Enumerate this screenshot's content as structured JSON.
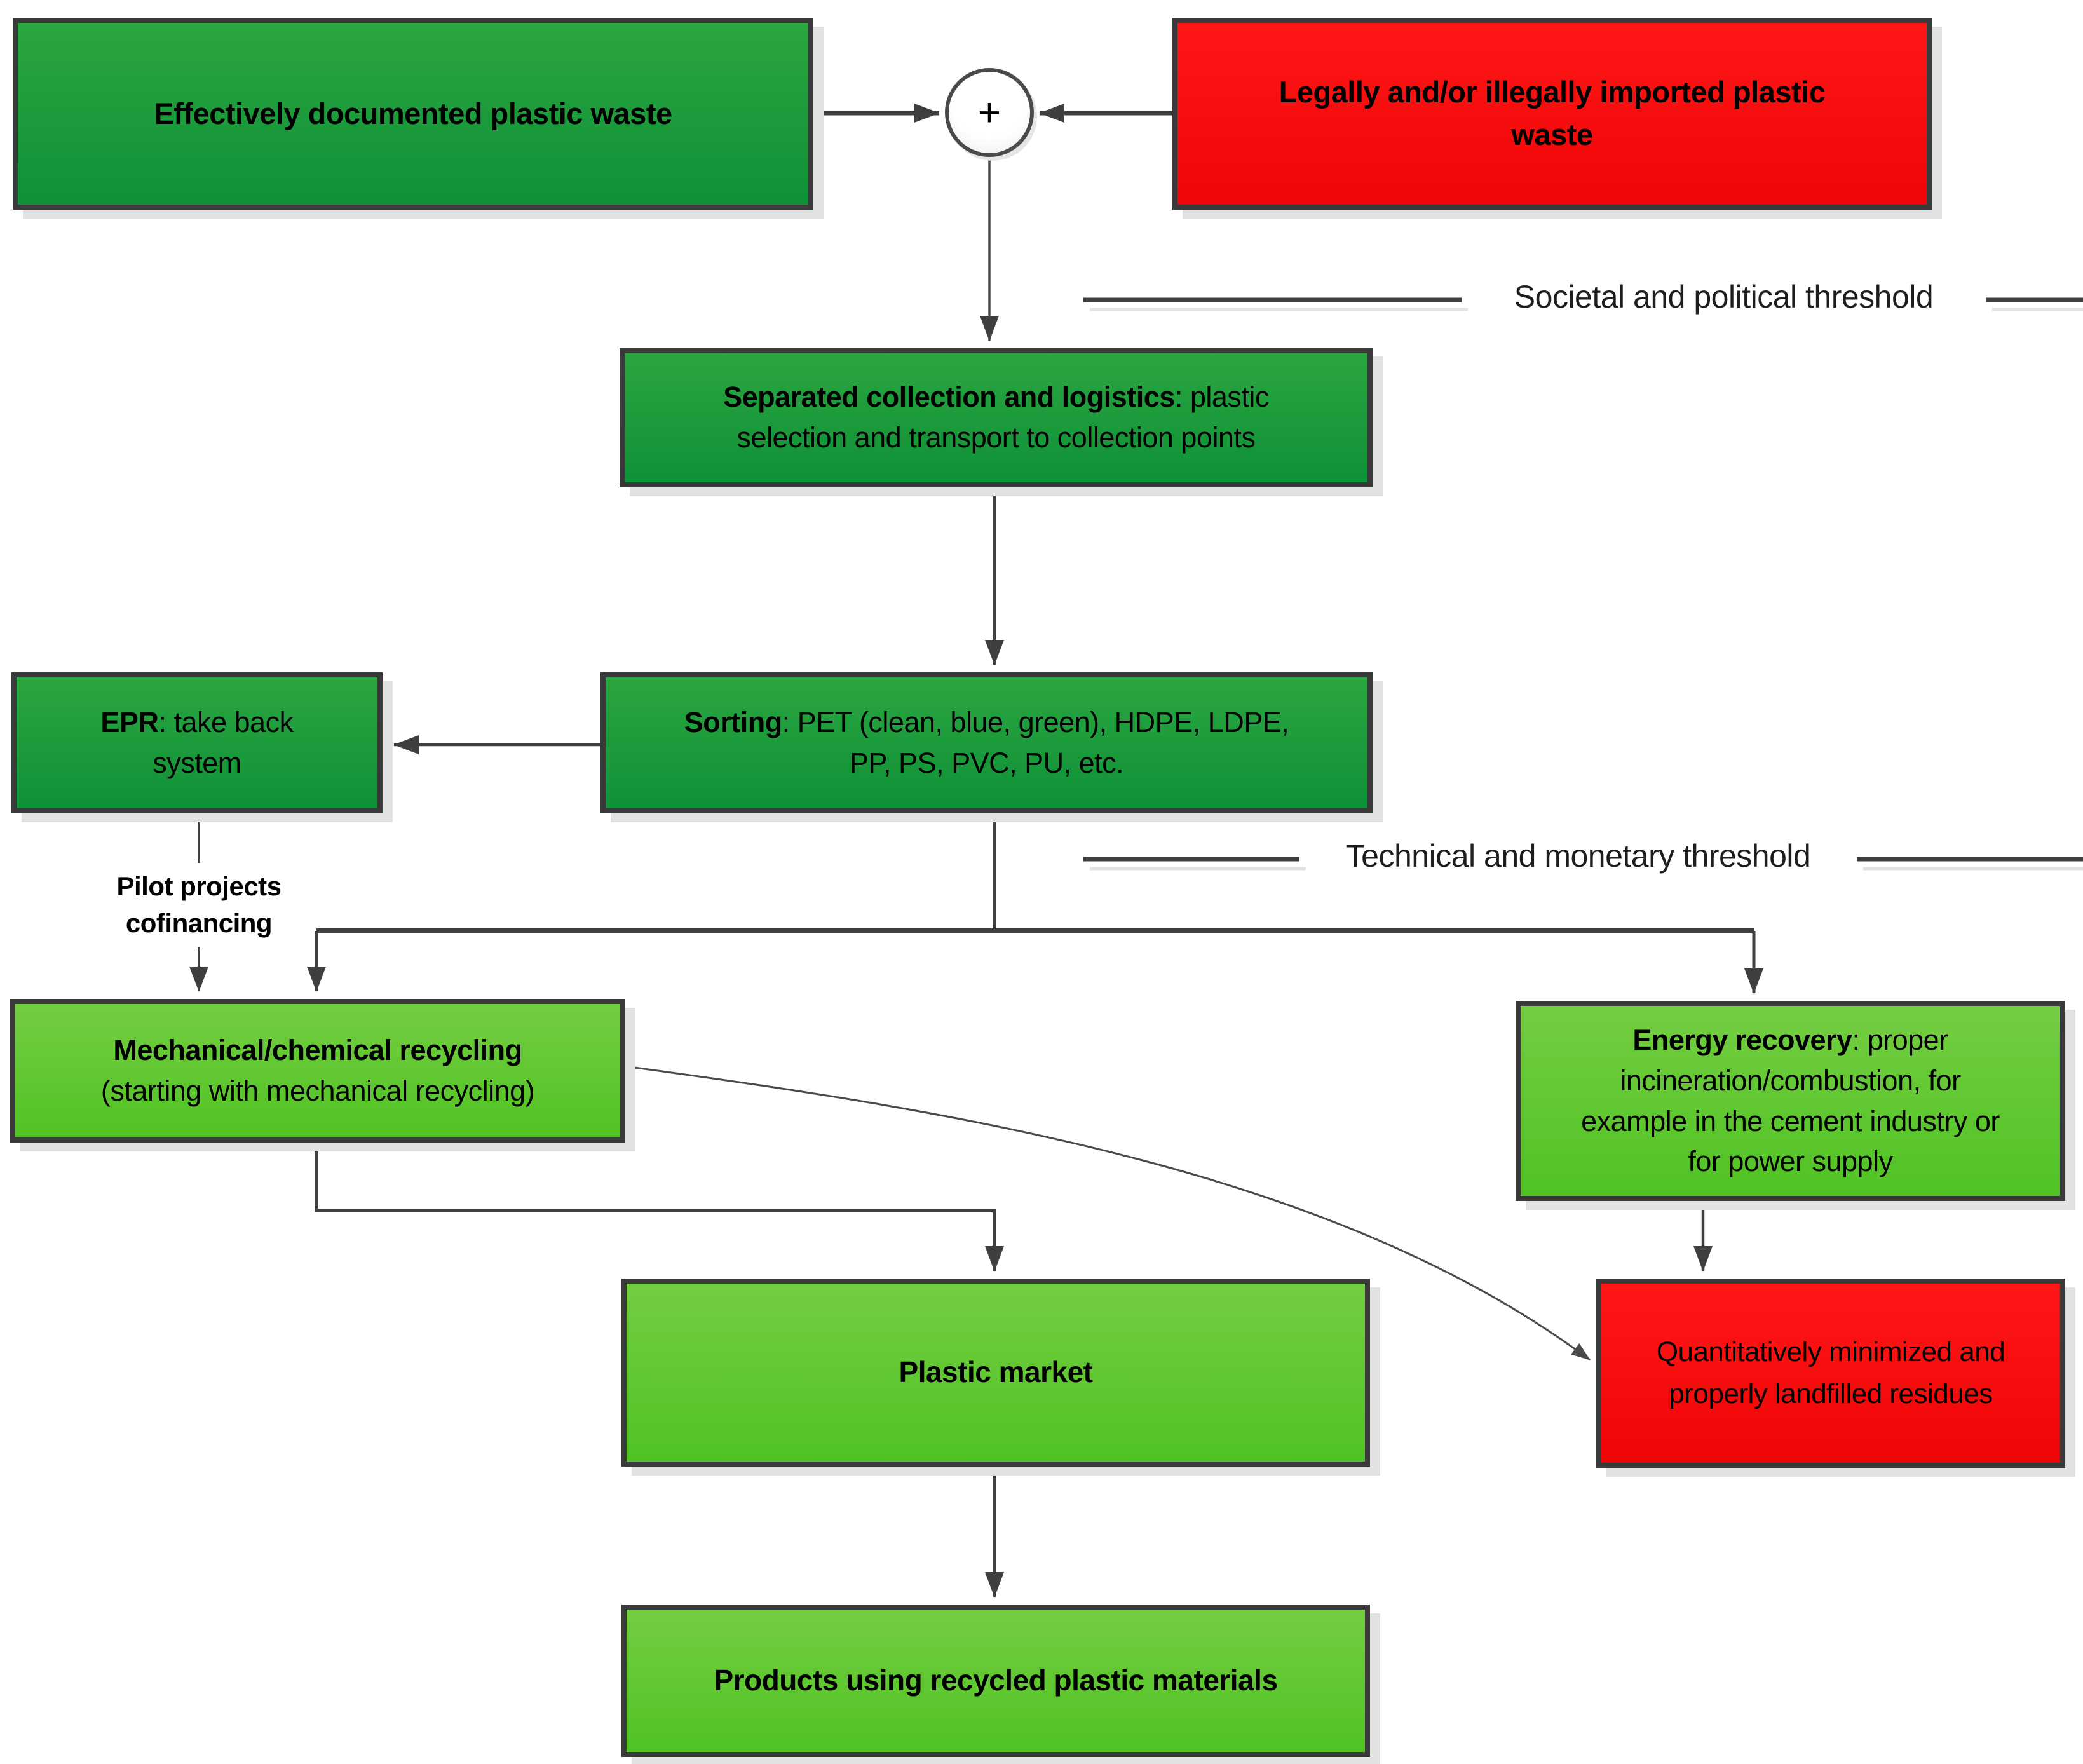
{
  "diagram": {
    "nodes": {
      "documented": {
        "text": "Effectively documented plastic waste"
      },
      "imported": {
        "text": "Legally and/or illegally imported plastic waste"
      },
      "collection": {
        "bold": "Separated collection and logistics",
        "rest": ": plastic selection and transport to collection points"
      },
      "sorting": {
        "bold": "Sorting",
        "rest": ": PET (clean, blue, green), HDPE, LDPE, PP, PS, PVC, PU, etc."
      },
      "epr": {
        "bold": "EPR",
        "rest": ": take back system"
      },
      "mechanical": {
        "bold": "Mechanical/chemical recycling",
        "rest": "(starting with mechanical recycling)"
      },
      "energy": {
        "bold": "Energy recovery",
        "rest": ": proper incineration/combustion, for example in the cement industry or for power supply"
      },
      "market": {
        "text": "Plastic market"
      },
      "landfill": {
        "text": "Quantitatively minimized and properly landfilled residues"
      },
      "products": {
        "text": "Products using recycled plastic materials"
      }
    },
    "labels": {
      "societal_threshold": "Societal and political threshold",
      "technical_threshold": "Technical and monetary threshold",
      "pilot_line1": "Pilot projects",
      "pilot_line2": "cofinancing",
      "plus": "+"
    },
    "colors": {
      "dark_green_top": "#2ba640",
      "dark_green_bottom": "#0f9138",
      "light_green_top": "#74cd41",
      "light_green_bottom": "#50c324",
      "red_top": "#ff1616",
      "red_bottom": "#ef0505",
      "border": "#3a3a3a",
      "connector": "#3f3f3f",
      "rule_shadow": "#e3e3e3",
      "box_shadow": "#e2e2e2",
      "circle_border": "#4a4a4a"
    }
  }
}
